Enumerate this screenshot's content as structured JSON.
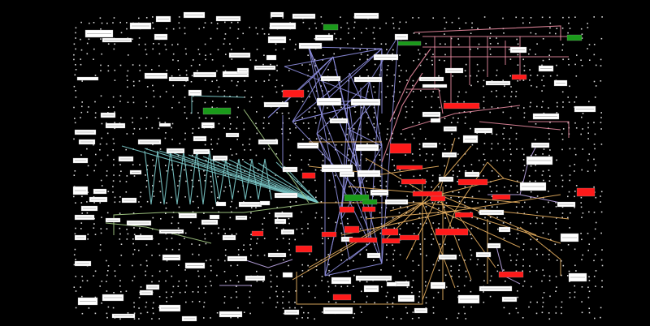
{
  "diagram": {
    "background": "#000000",
    "node_fill_default": "#ffffff",
    "node_text_color": "#333333",
    "dot_color": "#ffffff",
    "edge_palette": {
      "blue": "#8f8fe0",
      "pink": "#e88aa0",
      "orange": "#e8b060",
      "teal": "#7ac8c8",
      "lime": "#a8d088",
      "lavender": "#c0a8e8"
    },
    "status_colors": {
      "normal": "#ffffff",
      "alert": "#ff1a1a",
      "ok": "#1a9a1a"
    },
    "node_counts": {
      "normal": 150,
      "alert": 26,
      "ok": 6
    },
    "note": ""
  }
}
